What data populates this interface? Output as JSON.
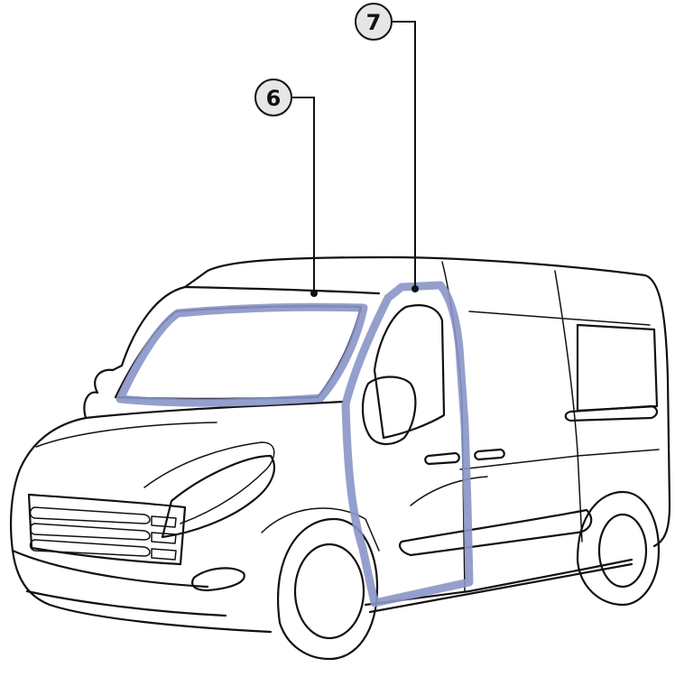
{
  "colors": {
    "seal_highlight": "#8a95c8",
    "outline": "#111111",
    "callout_fill": "#e6e6e6"
  },
  "callouts": [
    {
      "label": "6",
      "target": "windshield-seal"
    },
    {
      "label": "7",
      "target": "front-door-seal"
    }
  ]
}
